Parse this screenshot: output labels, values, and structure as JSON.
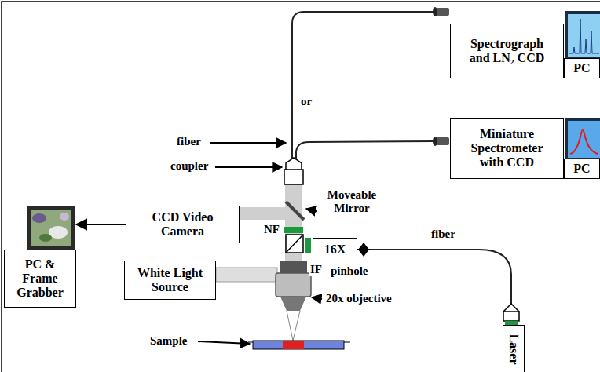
{
  "diagram": {
    "nodes": [
      {
        "text": [
          "Spectrograph and LN₂ CCD"
        ]
      },
      {
        "text": [
          "PC"
        ]
      },
      {
        "text": [
          "Miniature Spectrometer with CCD"
        ]
      },
      {
        "text": [
          "PC"
        ]
      },
      {
        "text": [
          "CCD Video Camera"
        ]
      },
      {
        "text": [
          "PC & Frame Grabber"
        ]
      },
      {
        "text": [
          "White Light Source"
        ]
      },
      {
        "text": [
          "16X"
        ]
      },
      {
        "text": [
          "Laser"
        ]
      }
    ],
    "edges": [
      {
        "from": 4,
        "to": 5,
        "arrow": "to"
      }
    ],
    "labels": [
      "or",
      "fiber",
      "coupler",
      "Moveable Mirror",
      "NF",
      "IF",
      "pinhole",
      "fiber",
      "20x objective",
      "Sample"
    ]
  }
}
